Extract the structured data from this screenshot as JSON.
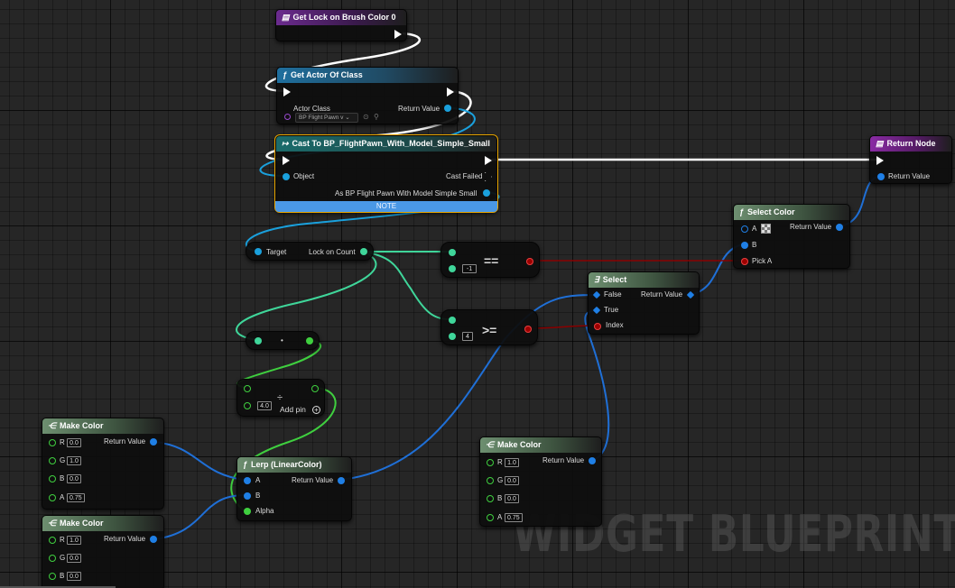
{
  "watermark": "WIDGET BLUEPRINT",
  "nodes": {
    "get_lock": {
      "title": "Get Lock on Brush Color 0"
    },
    "get_actor": {
      "title": "Get Actor Of Class",
      "actor_class_label": "Actor Class",
      "actor_class_value": "BP Flight Pawn v",
      "return_label": "Return Value"
    },
    "cast": {
      "title": "Cast To BP_FlightPawn_With_Model_Simple_Small",
      "object_label": "Object",
      "cast_failed_label": "Cast Failed",
      "as_label": "As BP Flight Pawn With Model Simple Small",
      "note": "NOTE"
    },
    "return_node": {
      "title": "Return Node",
      "return_label": "Return Value"
    },
    "lock_count": {
      "target_label": "Target",
      "value_label": "Lock on Count"
    },
    "equals": {
      "op": "==",
      "value": "-1"
    },
    "gte": {
      "op": ">=",
      "value": "4"
    },
    "divide": {
      "op": "÷",
      "value": "4.0",
      "add_pin": "Add pin"
    },
    "reroute": {
      "dot": "•"
    },
    "select_color": {
      "title": "Select Color",
      "a": "A",
      "b": "B",
      "pick": "Pick A",
      "return_label": "Return Value"
    },
    "select": {
      "title": "Select",
      "false": "False",
      "true": "True",
      "index": "Index",
      "return_label": "Return Value"
    },
    "lerp": {
      "title": "Lerp (LinearColor)",
      "a": "A",
      "b": "B",
      "alpha": "Alpha",
      "return_label": "Return Value"
    },
    "make_color_1": {
      "title": "Make Color",
      "r": "R",
      "g": "G",
      "b": "B",
      "a": "A",
      "rv": "0.0",
      "gv": "1.0",
      "bv": "0.0",
      "av": "0.75",
      "return_label": "Return Value"
    },
    "make_color_2": {
      "title": "Make Color",
      "r": "R",
      "g": "G",
      "b": "B",
      "rv": "1.0",
      "gv": "0.0",
      "bv": "0.0",
      "return_label": "Return Value"
    },
    "make_color_3": {
      "title": "Make Color",
      "r": "R",
      "g": "G",
      "b": "B",
      "a": "A",
      "rv": "1.0",
      "gv": "0.0",
      "bv": "0.0",
      "av": "0.75",
      "return_label": "Return Value"
    }
  },
  "icons": {
    "variable": "variable-icon",
    "function": "function-icon",
    "cast": "cast-icon",
    "make": "make-struct-icon",
    "select": "select-icon",
    "return": "return-node-icon"
  },
  "colors": {
    "exec_wire": "#ffffff",
    "object_wire": "#1aa0dc",
    "int_wire": "#3fd69a",
    "float_wire": "#3fcf3f",
    "struct_wire": "#1f6fd6",
    "bool_wire": "#9c0000"
  }
}
